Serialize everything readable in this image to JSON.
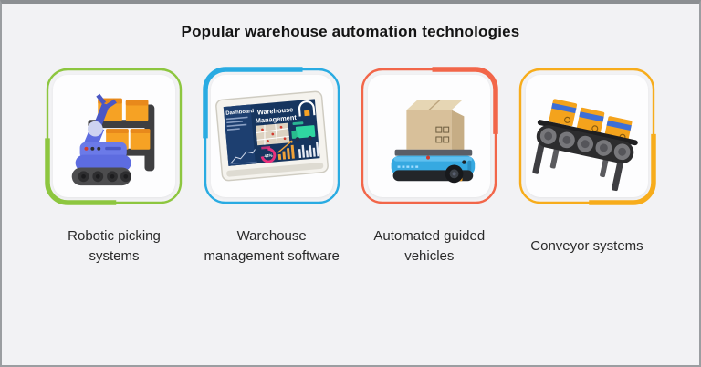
{
  "page": {
    "title": "Popular warehouse automation technologies",
    "background_color": "#f2f2f4",
    "frame_border_color": "#9b9ea1"
  },
  "cards": [
    {
      "label": "Robotic picking systems",
      "icon": "robotic-arm-icon",
      "accent": "#8DC63F",
      "accent_position": "bottom-left"
    },
    {
      "label": "Warehouse management software",
      "icon": "wms-tablet-icon",
      "accent": "#29ABE2",
      "accent_position": "top-left",
      "screen": {
        "sidebar_title": "Dashboard",
        "heading_line1": "Warehouse",
        "heading_line2": "Management",
        "gauge_value": "44%"
      }
    },
    {
      "label": "Automated guided vehicles",
      "icon": "agv-robot-icon",
      "accent": "#F26649",
      "accent_position": "top-right"
    },
    {
      "label": "Conveyor systems",
      "icon": "conveyor-belt-icon",
      "accent": "#F7AC1B",
      "accent_position": "bottom-right"
    }
  ],
  "illustration_colors": {
    "box_orange": "#F6A224",
    "robot_blue": "#5D6CE0",
    "agv_blue": "#36A9E1",
    "screen_navy": "#16355F",
    "gauge_pink": "#E8327C",
    "truck_green": "#2FD6A0",
    "rack_dark": "#3F3F41"
  }
}
